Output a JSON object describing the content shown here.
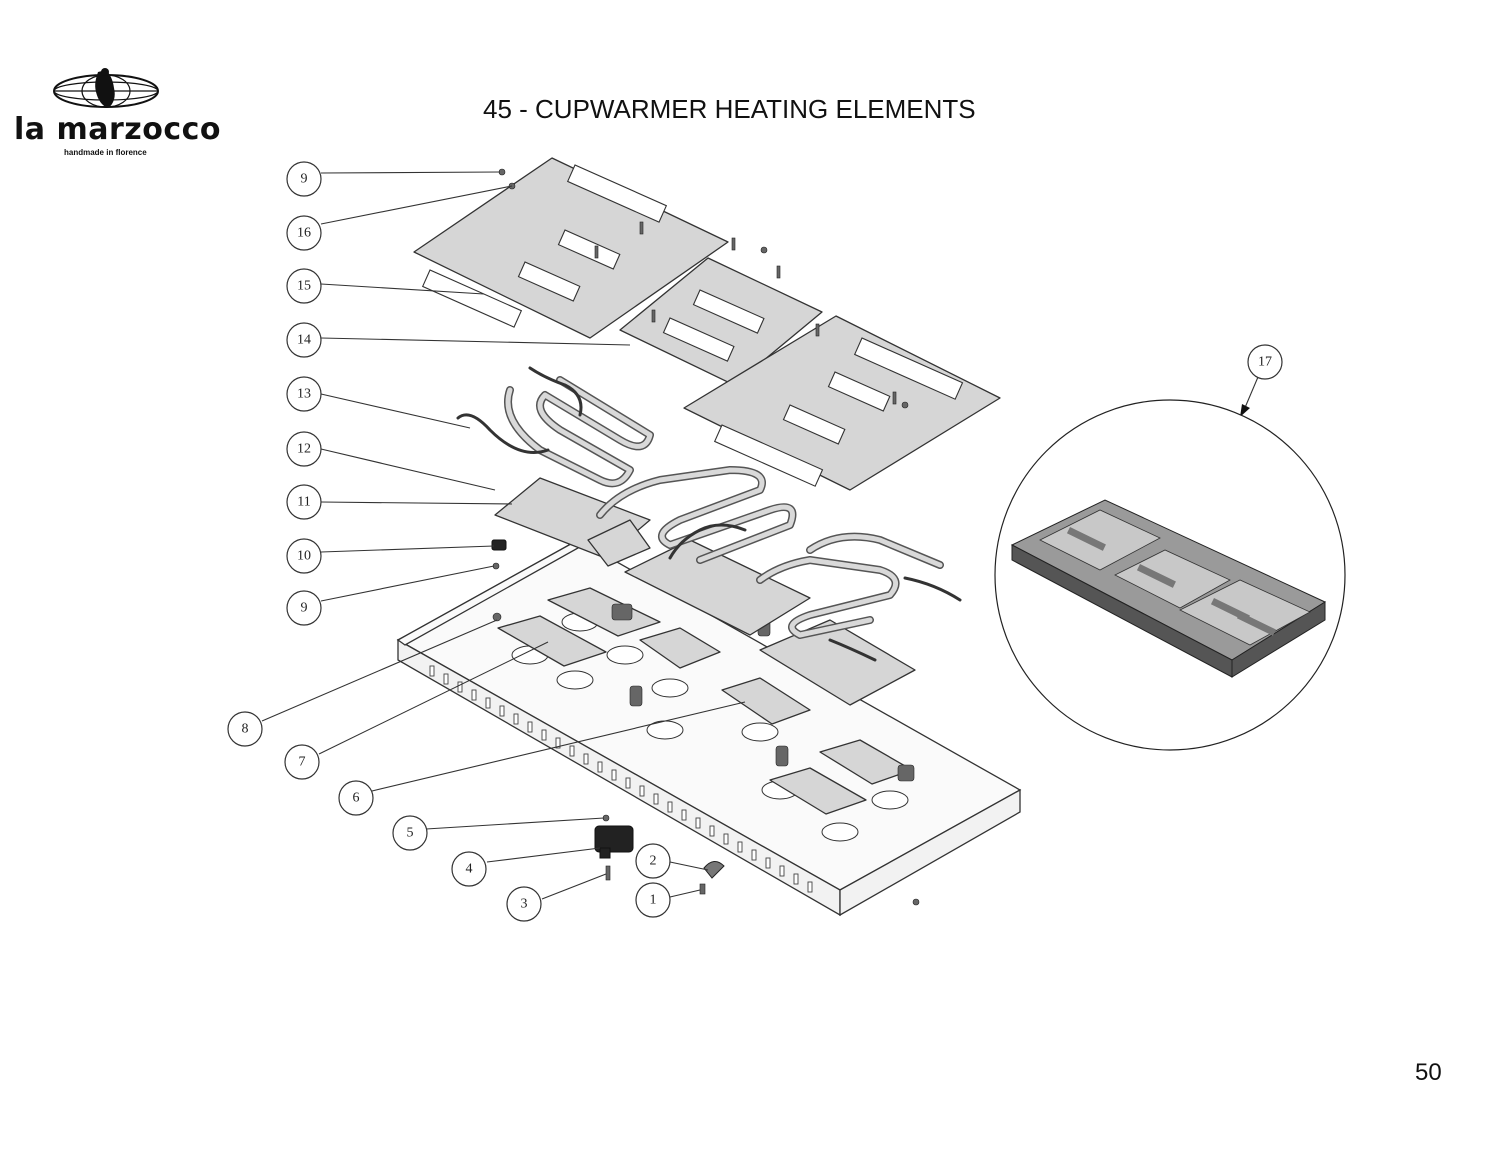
{
  "brand": {
    "name": "la marzocco",
    "tagline": "handmade in florence"
  },
  "title": "45 - CUPWARMER HEATING ELEMENTS",
  "page_number": "50",
  "callouts": [
    "9",
    "16",
    "15",
    "14",
    "13",
    "12",
    "11",
    "10",
    "9",
    "8",
    "7",
    "6",
    "5",
    "4",
    "3",
    "2",
    "1",
    "17"
  ]
}
